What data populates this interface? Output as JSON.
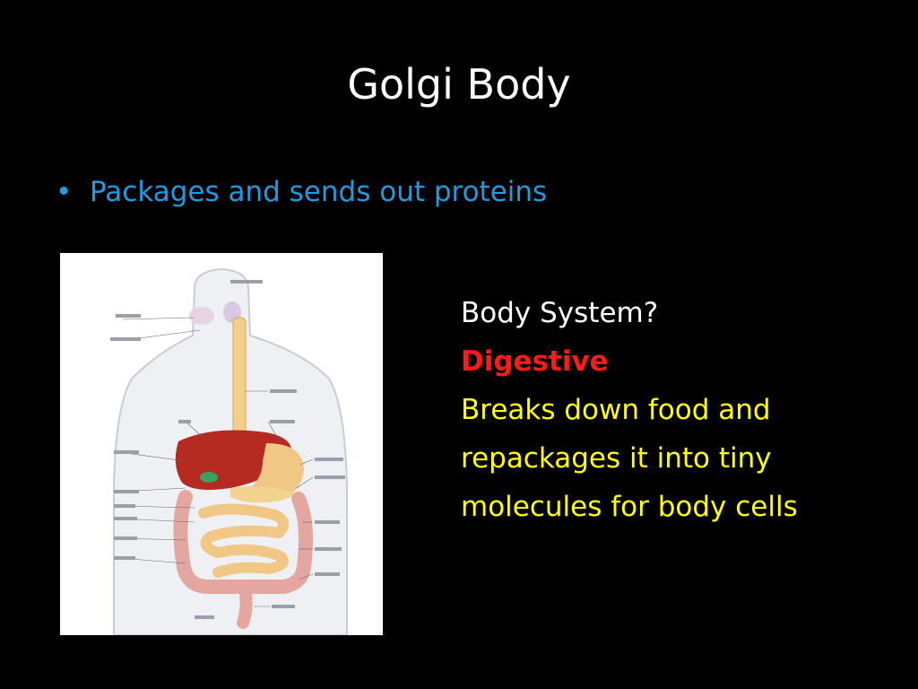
{
  "slide": {
    "title": "Golgi Body",
    "bullets": [
      {
        "marker": "•",
        "text": "Packages and sends out proteins"
      }
    ],
    "side": {
      "question": "Body System?",
      "answer": "Digestive",
      "explanation": "Breaks down food and repackages it into tiny molecules for body cells"
    },
    "colors": {
      "background": "#000000",
      "title": "#ffffff",
      "bullet": "#1f9be0",
      "question": "#ffffff",
      "answer": "#ff1a1a",
      "explanation": "#ffff00"
    }
  }
}
